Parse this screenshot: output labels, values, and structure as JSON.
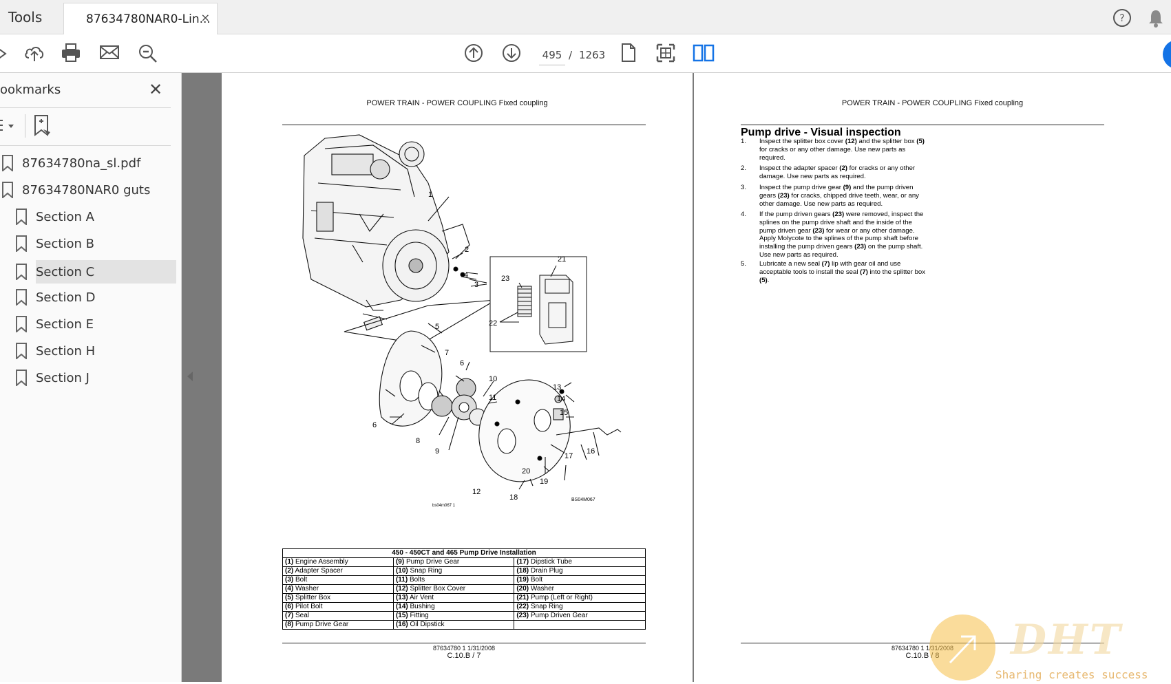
{
  "tabs": {
    "tools": "Tools",
    "document": "87634780NAR0-Lin...",
    "close": "×"
  },
  "toolbar": {
    "page_current": "495",
    "page_separator": "/",
    "page_total": "1263"
  },
  "sidebar": {
    "title": "ookmarks",
    "close": "✕",
    "items": [
      {
        "label": "87634780na_sl.pdf"
      },
      {
        "label": "87634780NAR0 guts"
      },
      {
        "label": "Section A"
      },
      {
        "label": "Section B"
      },
      {
        "label": "Section C"
      },
      {
        "label": "Section D"
      },
      {
        "label": "Section E"
      },
      {
        "label": "Section H"
      },
      {
        "label": "Section J"
      }
    ],
    "selected": "Section C"
  },
  "page_left": {
    "header": "POWER TRAIN - POWER COUPLING Fixed coupling",
    "figure_callouts": [
      "1",
      "2",
      "3",
      "4",
      "5",
      "6",
      "6",
      "7",
      "8",
      "9",
      "10",
      "11",
      "12",
      "13",
      "14",
      "15",
      "16",
      "17",
      "18",
      "19",
      "20",
      "21",
      "22",
      "23"
    ],
    "figure_code_small": "bs04m067    1",
    "figure_code": "BS04M067",
    "table_title": "450 - 450CT and 465 Pump Drive Installation",
    "table_rows": [
      [
        [
          "(1)",
          " Engine Assembly"
        ],
        [
          "(9)",
          " Pump Drive Gear"
        ],
        [
          "(17)",
          " Dipstick Tube"
        ]
      ],
      [
        [
          "(2)",
          " Adapter Spacer"
        ],
        [
          "(10)",
          " Snap Ring"
        ],
        [
          "(18)",
          " Drain Plug"
        ]
      ],
      [
        [
          "(3)",
          " Bolt"
        ],
        [
          "(11)",
          " Bolts"
        ],
        [
          "(19)",
          " Bolt"
        ]
      ],
      [
        [
          "(4)",
          " Washer"
        ],
        [
          "(12)",
          " Splitter Box Cover"
        ],
        [
          "(20)",
          " Washer"
        ]
      ],
      [
        [
          "(5)",
          " Splitter Box"
        ],
        [
          "(13)",
          " Air Vent"
        ],
        [
          "(21)",
          " Pump (Left or Right)"
        ]
      ],
      [
        [
          "(6)",
          " Pilot Bolt"
        ],
        [
          "(14)",
          " Bushing"
        ],
        [
          "(22)",
          " Snap Ring"
        ]
      ],
      [
        [
          "(7)",
          " Seal"
        ],
        [
          "(15)",
          " Fitting"
        ],
        [
          "(23)",
          " Pump Driven Gear"
        ]
      ],
      [
        [
          "(8)",
          " Pump Drive Gear"
        ],
        [
          "(16)",
          " Oil Dipstick"
        ],
        [
          "",
          ""
        ]
      ]
    ],
    "footer_code": "87634780 1 1/31/2008",
    "footer_page": "C.10.B / 7"
  },
  "page_right": {
    "header": "POWER TRAIN - POWER COUPLING Fixed coupling",
    "title": "Pump drive - Visual inspection",
    "steps": [
      {
        "num": "1.",
        "html": "Inspect the splitter box cover <b>(12)</b> and the splitter box <b>(5)</b> for cracks or any other damage. Use new parts as required."
      },
      {
        "num": "2.",
        "html": "Inspect the adapter spacer <b>(2)</b> for cracks or any other damage. Use new parts as required."
      },
      {
        "num": "3.",
        "html": "Inspect the pump drive gear <b>(9)</b> and the pump driven gears <b>(23)</b> for cracks, chipped drive teeth, wear, or any other damage. Use new parts as required."
      },
      {
        "num": "4.",
        "html": "If the pump driven gears <b>(23)</b> were removed, inspect the splines on the pump drive shaft and the inside of the pump driven gear <b>(23)</b> for wear or any other damage. Apply Molycote to the splines of the pump shaft before installing the pump driven gears <b>(23)</b> on the pump shaft. Use new parts as required."
      },
      {
        "num": "5.",
        "html": "Lubricate a new seal <b>(7)</b> lip with gear oil and use acceptable tools to install the seal <b>(7)</b> into the splitter box <b>(5)</b>."
      }
    ],
    "footer_code": "87634780 1 1/31/2008",
    "footer_page": "C.10.B / 8"
  },
  "watermark": {
    "brand": "DHT",
    "tagline": "Sharing creates success"
  },
  "colors": {
    "accent_blue": "#1473e6",
    "selected_bg": "#e3e3e3",
    "viewer_bg": "#7a7a7a"
  },
  "icons": [
    "cloud-upload-icon",
    "print-icon",
    "mail-icon",
    "zoom-icon",
    "page-up-icon",
    "page-down-icon",
    "single-page-icon",
    "fit-page-icon",
    "two-page-icon",
    "help-icon",
    "bell-icon",
    "bookmark-icon"
  ]
}
